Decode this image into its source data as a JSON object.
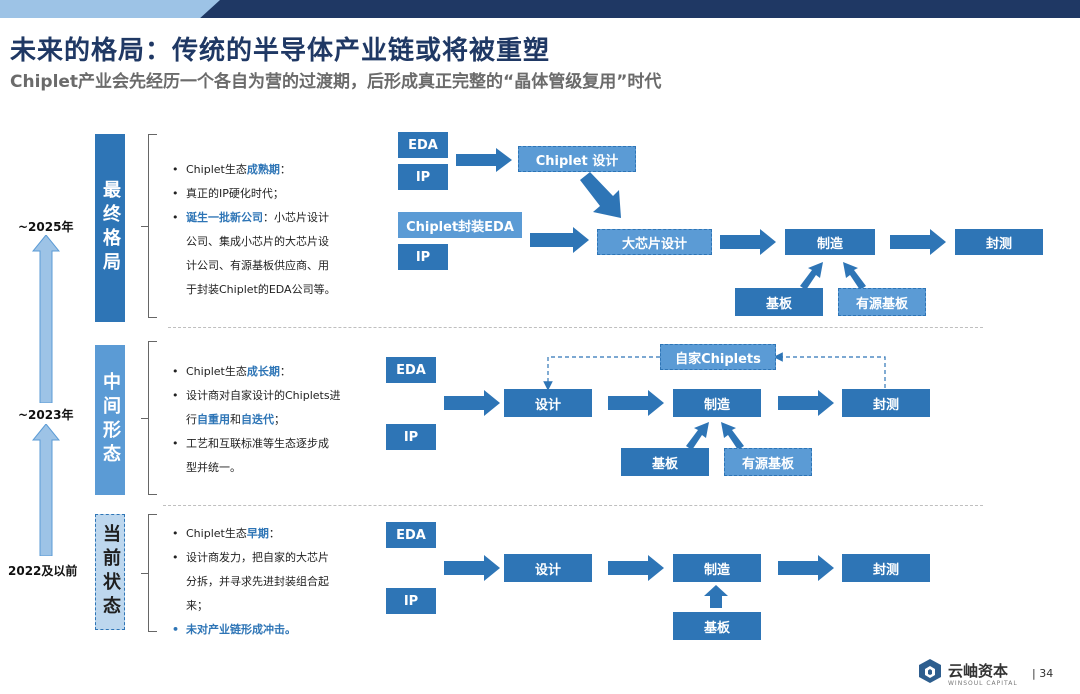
{
  "header": {
    "title": "未来的格局：传统的半导体产业链或将被重塑",
    "subtitle": "Chiplet产业会先经历一个各自为营的过渡期，后形成真正完整的“晶体管级复用”时代"
  },
  "timeline": {
    "labels": [
      "~2025年",
      "~2023年",
      "2022及以前"
    ]
  },
  "stages": {
    "final": "最终格局",
    "middle": "中间形态",
    "current": "当前状态"
  },
  "final": {
    "b1_pre": "Chiplet生态",
    "b1_hl": "成熟期",
    "b1_post": "：",
    "b2": "真正的IP硬化时代；",
    "b3_hl": "诞生一批新公司",
    "b3_post": "：小芯片设计",
    "b4": "公司、集成小芯片的大芯片设",
    "b5": "计公司、有源基板供应商、用",
    "b6": "于封装Chiplet的EDA公司等。",
    "boxes": {
      "eda": "EDA",
      "ip": "IP",
      "chiplet_design": "Chiplet 设计",
      "chiplet_eda": "Chiplet封装EDA",
      "big_chip": "大芯片设计",
      "fab": "制造",
      "test": "封测",
      "substrate": "基板",
      "active_substrate": "有源基板"
    }
  },
  "middle": {
    "b1_pre": "Chiplet生态",
    "b1_hl": "成长期",
    "b1_post": "：",
    "b2": "设计商对自家设计的Chiplets进",
    "b3_pre": "行",
    "b3_hl1": "自重用",
    "b3_mid": "和",
    "b3_hl2": "自迭代",
    "b3_post": "；",
    "b4": "工艺和互联标准等生态逐步成",
    "b5": "型并统一。",
    "boxes": {
      "eda": "EDA",
      "ip": "IP",
      "own_chiplets": "自家Chiplets",
      "design": "设计",
      "fab": "制造",
      "test": "封测",
      "substrate": "基板",
      "active_substrate": "有源基板"
    }
  },
  "current": {
    "b1_pre": "Chiplet生态",
    "b1_hl": "早期",
    "b1_post": "：",
    "b2": "设计商发力，把自家的大芯片",
    "b3": "分拆，并寻求先进封装组合起",
    "b4": "来；",
    "b5": "未对产业链形成冲击。",
    "boxes": {
      "eda": "EDA",
      "ip": "IP",
      "design": "设计",
      "fab": "制造",
      "test": "封测",
      "substrate": "基板"
    }
  },
  "footer": {
    "logo_text": "云岫资本",
    "logo_sub": "WINSOUL CAPITAL",
    "page": "| 34"
  },
  "colors": {
    "primary": "#2e75b6",
    "secondary": "#5b9bd5",
    "pale": "#bdd7ee",
    "title": "#1f3864",
    "topbar_dark": "#1f3864",
    "topbar_light": "#9dc3e6"
  }
}
